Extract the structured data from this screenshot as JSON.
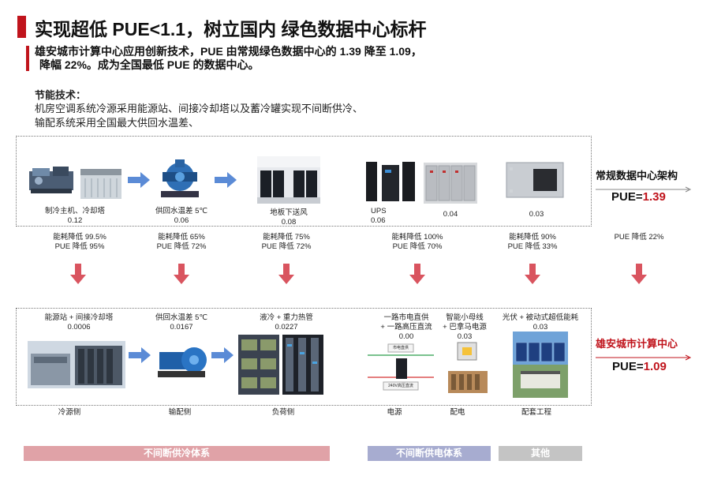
{
  "header": {
    "title": "实现超低 PUE<1.1，树立国内 绿色数据中心标杆",
    "subtitle_line1": "雄安城市计算中心应用创新技术，PUE 由常规绿色数据中心的 1.39 降至 1.09，",
    "subtitle_line2": "降幅 22%。成为全国最低 PUE 的数据中心。"
  },
  "tech": {
    "heading": "节能技术：",
    "line1": "机房空调系统冷源采用能源站、间接冷却塔以及蓄冷罐实现不间断供冷、",
    "line2": "输配系统采用全国最大供回水温差、"
  },
  "conventional": {
    "items": [
      {
        "label": "制冷主机、冷却塔",
        "value": "0.12"
      },
      {
        "label": "供回水温差 5℃",
        "value": "0.06"
      },
      {
        "label": "地板下送风",
        "value": "0.08"
      },
      {
        "label": "UPS",
        "value": "0.06"
      },
      {
        "label": "",
        "value": "0.04"
      },
      {
        "label": "",
        "value": "0.03"
      }
    ],
    "arch_label": "常规数据中心架构",
    "pue_prefix": "PUE=",
    "pue_value": "1.39"
  },
  "reductions": [
    {
      "line1": "能耗降低 99.5%",
      "line2": "PUE 降低 95%"
    },
    {
      "line1": "能耗降低 65%",
      "line2": "PUE 降低 72%"
    },
    {
      "line1": "能耗降低 75%",
      "line2": "PUE 降低 72%"
    },
    {
      "line1": "能耗降低 100%",
      "line2": "PUE 降低 70%"
    },
    {
      "line1": "能耗降低 90%",
      "line2": "PUE 降低 33%"
    },
    {
      "line1": "PUE 降低 22%",
      "line2": ""
    }
  ],
  "xiongan": {
    "items": [
      {
        "line1": "能源站 + 间接冷却塔",
        "line2": "0.0006"
      },
      {
        "line1": "供回水温差 5℃",
        "line2": "0.0167"
      },
      {
        "line1": "液冷 + 重力热管",
        "line2": "0.0227"
      },
      {
        "line1": "一路市电直供",
        "line2": "+ 一路高压直流",
        "line3": "0.00"
      },
      {
        "line1": "智能小母线",
        "line2": "+ 巴拿马电源",
        "line3": "0.03"
      },
      {
        "line1": "光伏 + 被动式超低能耗",
        "line2": "0.03"
      }
    ],
    "power_diagram": {
      "top_label": "市电直供",
      "bottom_label": "240V高压直流"
    },
    "arch_label": "雄安城市计算中心",
    "pue_prefix": "PUE=",
    "pue_value": "1.09"
  },
  "categories": [
    "冷源侧",
    "输配侧",
    "负荷侧",
    "电源",
    "配电",
    "配套工程"
  ],
  "bars": [
    {
      "label": "不间断供冷体系",
      "color": "#e0a2a7"
    },
    {
      "label": "不间断供电体系",
      "color": "#a7acd0"
    },
    {
      "label": "其他",
      "color": "#c4c4c4"
    }
  ],
  "colors": {
    "accent": "#c0141c",
    "arrow_blue": "#5b8bd6",
    "arrow_red": "#d9545f"
  }
}
